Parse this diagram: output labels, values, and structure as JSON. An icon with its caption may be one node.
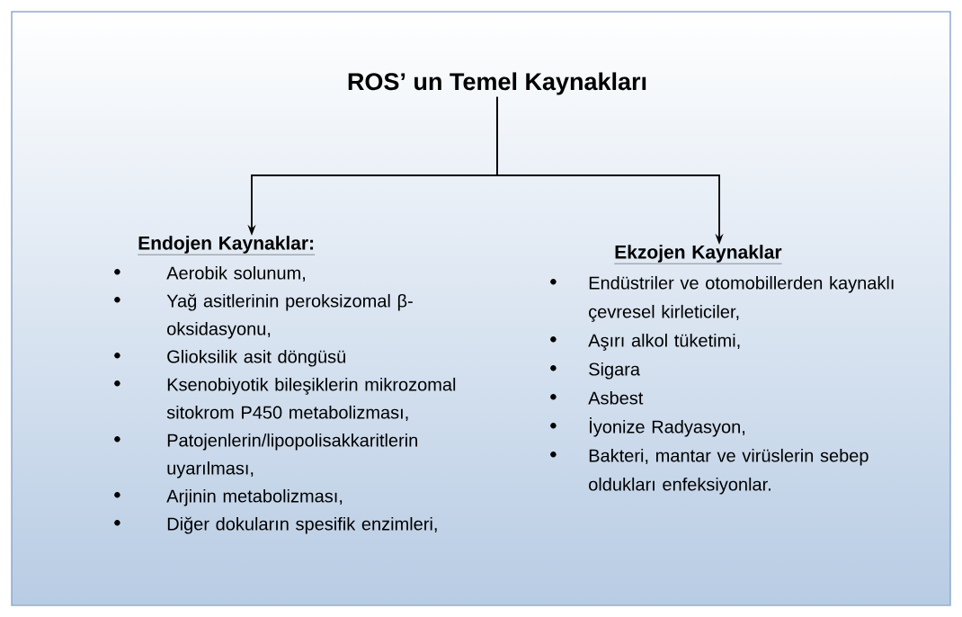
{
  "diagram": {
    "nodes": [
      {
        "text": [
          "ROS’ un Temel Kaynakları"
        ]
      },
      {
        "text": [
          "Endojen Kaynaklar:",
          "Aerobik solunum,",
          "Yağ asitlerinin peroksizomal β-oksidasyonu,",
          "Glioksilik asit döngüsü",
          "Ksenobiyotik bileşiklerin mikrozomal sitokrom P450 metabolizması,",
          "Patojenlerin/lipopolisakkaritlerin uyarılması,",
          "Arjinin metabolizması,",
          "Diğer dokuların spesifik enzimleri,"
        ]
      },
      {
        "text": [
          "Ekzojen Kaynaklar",
          "Endüstriler ve otomobillerden kaynaklı çevresel kirleticiler,",
          "Aşırı alkol tüketimi,",
          "Sigara",
          "Asbest",
          "İyonize Radyasyon,",
          "Bakteri, mantar ve virüslerin sebep oldukları enfeksiyonlar."
        ]
      }
    ],
    "edges": [
      {
        "from": 0,
        "to": 1,
        "arrow": "to"
      },
      {
        "from": 0,
        "to": 2,
        "arrow": "to"
      }
    ]
  }
}
